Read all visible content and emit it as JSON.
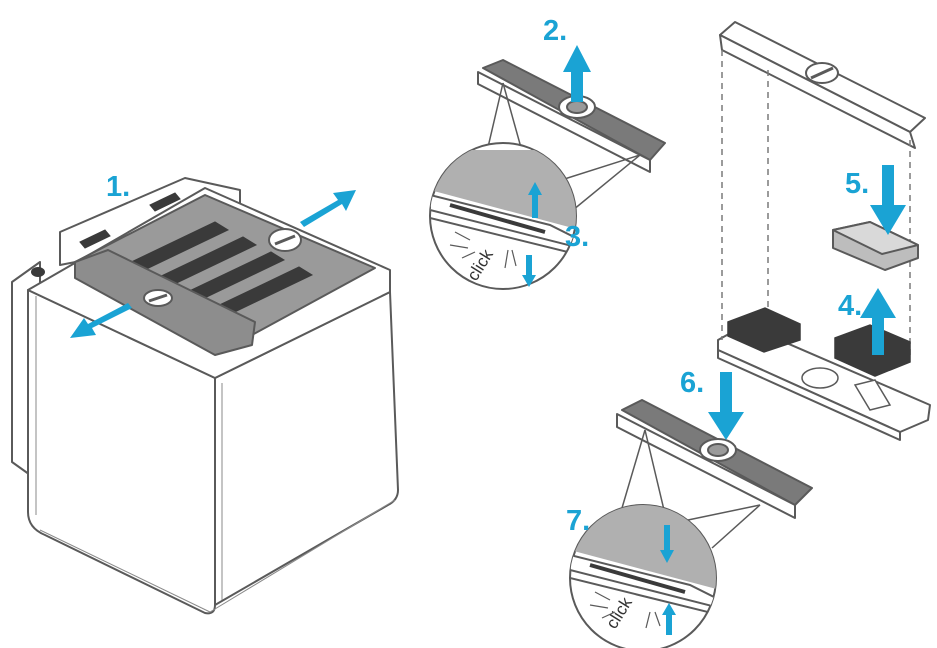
{
  "colors": {
    "accent": "#1aa3d4",
    "outline": "#5a5a5a",
    "panel": "#9a9a9a",
    "panel_dark": "#6e6e6e",
    "body": "#ffffff",
    "grille": "#3a3a3a"
  },
  "steps": {
    "s1": "1.",
    "s2": "2.",
    "s3": "3.",
    "s4": "4.",
    "s5": "5.",
    "s6": "6.",
    "s7": "7."
  },
  "click_top": "click",
  "click_bottom": "click",
  "icons": [
    "arrow-icon",
    "knob-icon",
    "grille-icon",
    "filter-pad-icon"
  ]
}
